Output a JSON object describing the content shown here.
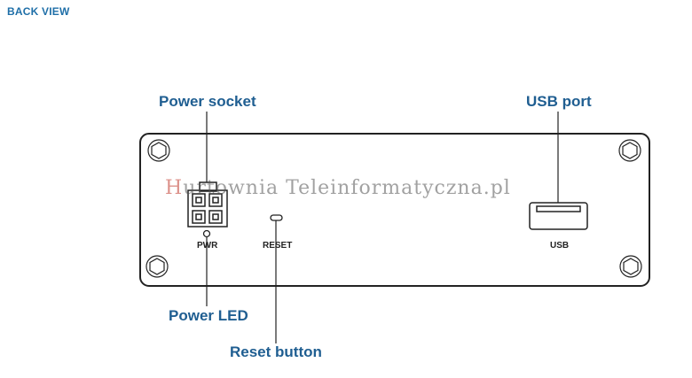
{
  "header": {
    "title": "BACK VIEW"
  },
  "callouts": {
    "power_socket": "Power socket",
    "usb_port": "USB port",
    "power_led": "Power LED",
    "reset_button": "Reset button"
  },
  "panel_labels": {
    "pwr": "PWR",
    "reset": "RESET",
    "usb": "USB"
  },
  "watermark": {
    "first": "H",
    "rest": "urtownia Teleinformatyczna.pl"
  },
  "colors": {
    "title": "#1f6fa8",
    "callout": "#1f5e91",
    "outline": "#222222"
  }
}
